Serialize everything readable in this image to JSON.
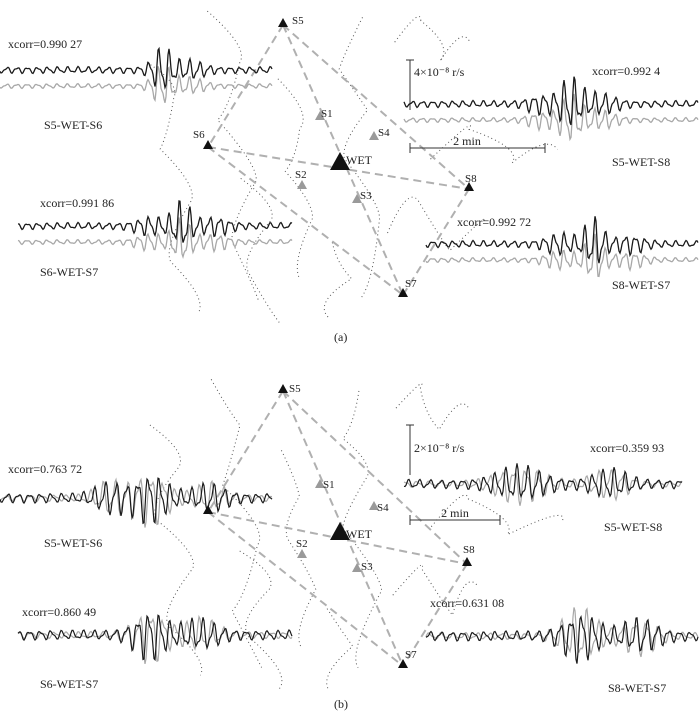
{
  "panels": [
    {
      "id": "a",
      "caption": "(a)",
      "stations": {
        "S5": "S5",
        "S6": "S6",
        "S1": "S1",
        "S4": "S4",
        "WET": "WET",
        "S2": "S2",
        "S3": "S3",
        "S8": "S8",
        "S7": "S7"
      },
      "scale_amp": "4×10⁻⁸ r/s",
      "scale_time": "2 min",
      "pairs": [
        {
          "key": "s5s6",
          "label": "S5-WET-S6",
          "xcorr": "xcorr=0.990 27"
        },
        {
          "key": "s5s8",
          "label": "S5-WET-S8",
          "xcorr": "xcorr=0.992 4"
        },
        {
          "key": "s6s7",
          "label": "S6-WET-S7",
          "xcorr": "xcorr=0.991 86"
        },
        {
          "key": "s8s7",
          "label": "S8-WET-S7",
          "xcorr": "xcorr=0.992 72"
        }
      ]
    },
    {
      "id": "b",
      "caption": "(b)",
      "stations": {
        "S5": "S5",
        "S1": "S1",
        "S4": "S4",
        "WET": "WET",
        "S2": "S2",
        "S3": "S3",
        "S8": "S8",
        "S7": "S7"
      },
      "scale_amp": "2×10⁻⁸ r/s",
      "scale_time": "2 min",
      "pairs": [
        {
          "key": "s5s6",
          "label": "S5-WET-S6",
          "xcorr": "xcorr=0.763 72"
        },
        {
          "key": "s5s8",
          "label": "S5-WET-S8",
          "xcorr": "xcorr=0.359 93"
        },
        {
          "key": "s6s7",
          "label": "S6-WET-S7",
          "xcorr": "xcorr=0.860 49"
        },
        {
          "key": "s8s7",
          "label": "S8-WET-S7",
          "xcorr": "xcorr=0.631 08"
        }
      ]
    }
  ],
  "colors": {
    "trace_dark": "#1a1a1a",
    "trace_light": "#a8a8a8",
    "triangle_dark": "#111111",
    "triangle_light": "#9a9a9a",
    "dashed_line": "#b0b0b0",
    "contour": "#555555"
  }
}
